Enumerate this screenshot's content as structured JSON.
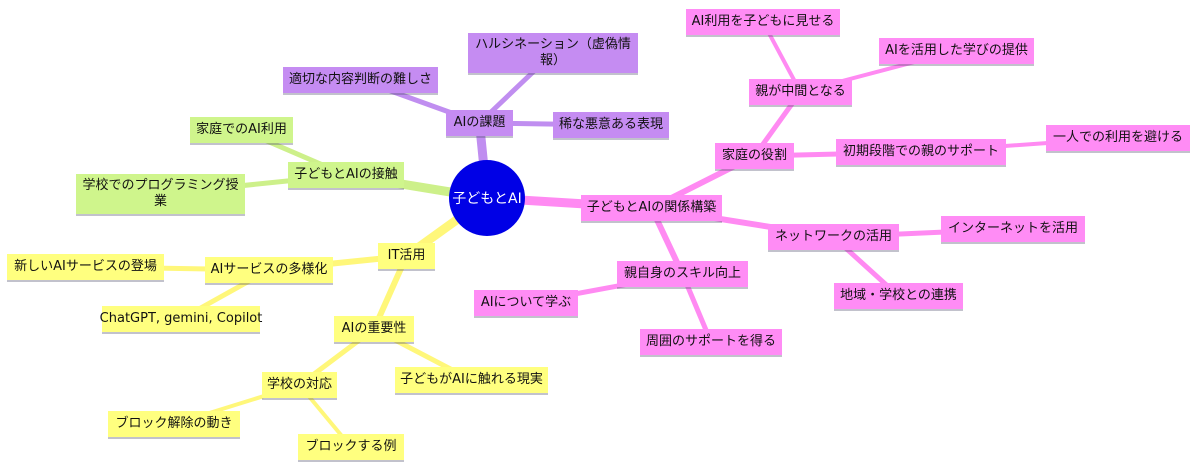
{
  "root": {
    "label": "子どもとAI",
    "color": "#0000e6"
  },
  "colors": {
    "purple": "#c58cf2",
    "purple_line": "#c08ef0",
    "green": "#cff58c",
    "green_line": "#cdf08a",
    "yellow": "#ffff7f",
    "yellow_line": "#fff77a",
    "pink": "#ff8cf5",
    "pink_line": "#ff8af2"
  },
  "branches": {
    "challenges": {
      "label": "AIの課題",
      "children": {
        "hallucination": "ハルシネーション（虚偽情報）",
        "judgment": "適切な内容判断の難しさ",
        "malicious": "稀な悪意ある表現"
      }
    },
    "contact": {
      "label": "子どもとAIの接触",
      "children": {
        "home_use": "家庭でのAI利用",
        "school_programming": "学校でのプログラミング授業"
      }
    },
    "it": {
      "label": "IT活用",
      "diversity": {
        "label": "AIサービスの多様化",
        "children": {
          "new_services": "新しいAIサービスの登場",
          "examples": "ChatGPT, gemini, Copilot"
        }
      },
      "importance": {
        "label": "AIの重要性",
        "children": {
          "reality": "子どもがAIに触れる現実"
        },
        "school_response": {
          "label": "学校の対応",
          "children": {
            "unblock": "ブロック解除の動き",
            "block": "ブロックする例"
          }
        }
      }
    },
    "relationship": {
      "label": "子どもとAIの関係構築",
      "family_role": {
        "label": "家庭の役割",
        "mediator": {
          "label": "親が中間となる",
          "children": {
            "show_usage": "AI利用を子どもに見せる",
            "provide_learning": "AIを活用した学びの提供"
          }
        },
        "initial_support": {
          "label": "初期段階での親のサポート",
          "children": {
            "avoid_alone": "一人での利用を避ける"
          }
        }
      },
      "network": {
        "label": "ネットワークの活用",
        "children": {
          "internet": "インターネットを活用",
          "community": "地域・学校との連携"
        }
      },
      "skills": {
        "label": "親自身のスキル向上",
        "children": {
          "learn_ai": "AIについて学ぶ",
          "get_support": "周囲のサポートを得る"
        }
      }
    }
  }
}
